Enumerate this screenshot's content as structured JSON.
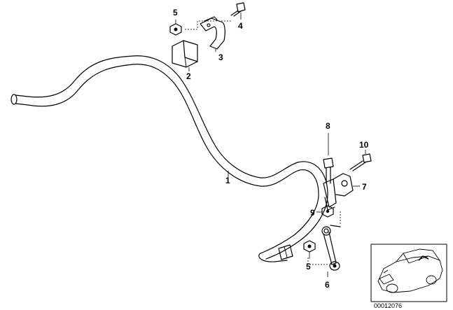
{
  "callouts": {
    "p1": "1",
    "p2": "2",
    "p3": "3",
    "p4": "4",
    "p5_top": "5",
    "p5_bottom": "5",
    "p6": "6",
    "p7": "7",
    "p8": "8",
    "p9": "9",
    "p10": "10"
  },
  "reference_number": "00012076"
}
